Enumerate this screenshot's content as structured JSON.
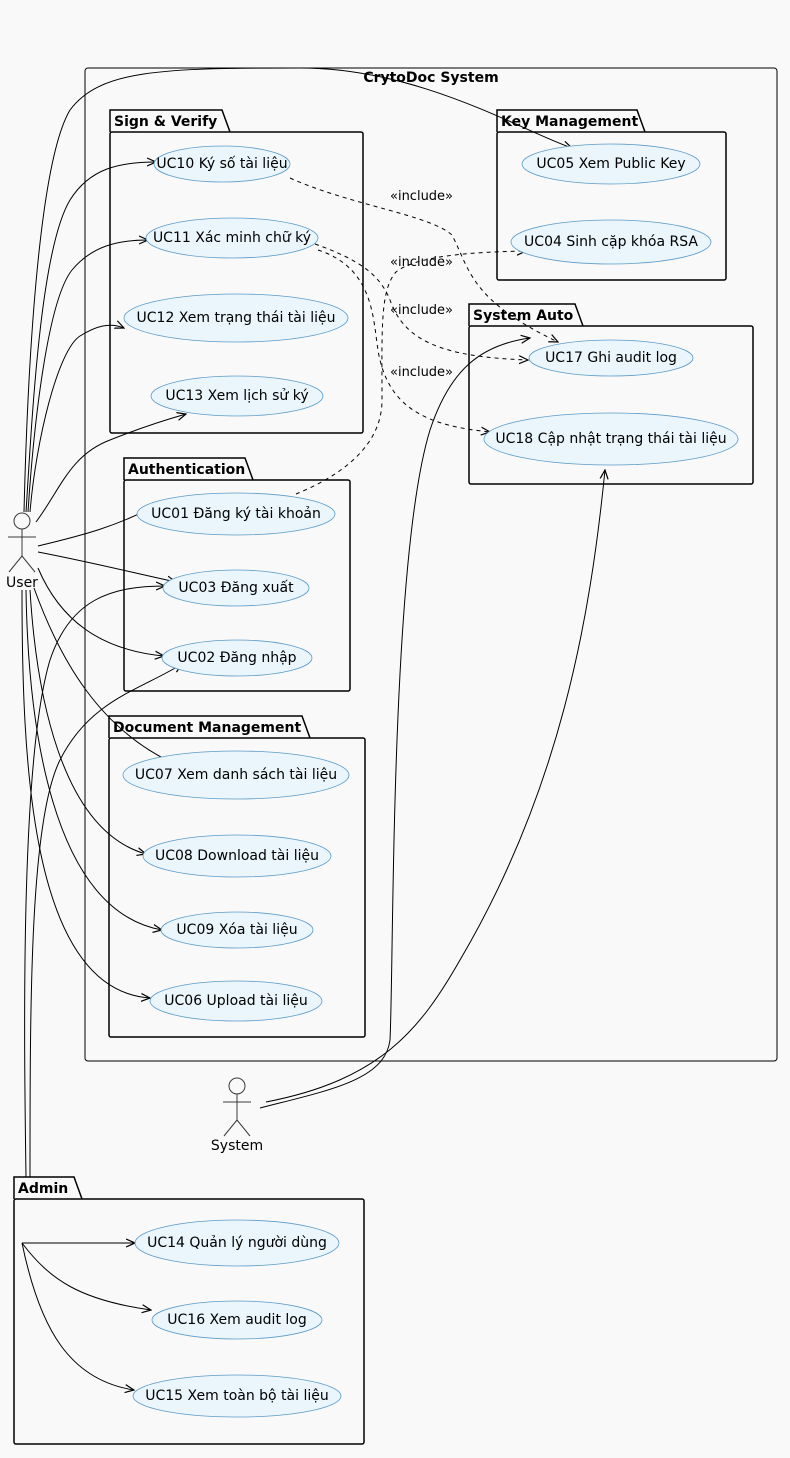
{
  "system": {
    "title": "CrytoDoc System"
  },
  "packages": {
    "sign_verify": "Sign & Verify",
    "key_management": "Key Management",
    "system_auto": "System Auto",
    "authentication": "Authentication",
    "document_management": "Document Management",
    "admin": "Admin"
  },
  "actors": {
    "user": "User",
    "system": "System"
  },
  "use_cases": {
    "uc10": "UC10 Ký số tài liệu",
    "uc11": "UC11 Xác minh chữ ký",
    "uc12": "UC12 Xem trạng thái tài liệu",
    "uc13": "UC13 Xem lịch sử ký",
    "uc05": "UC05 Xem Public Key",
    "uc04": "UC04 Sinh cặp khóa RSA",
    "uc17": "UC17 Ghi audit log",
    "uc18": "UC18 Cập nhật trạng thái tài liệu",
    "uc01": "UC01 Đăng ký tài khoản",
    "uc03": "UC03 Đăng xuất",
    "uc02": "UC02 Đăng nhập",
    "uc07": "UC07 Xem danh sách tài liệu",
    "uc08": "UC08 Download tài liệu",
    "uc09": "UC09 Xóa tài liệu",
    "uc06": "UC06 Upload tài liệu",
    "uc14": "UC14 Quản lý người dùng",
    "uc16": "UC16 Xem audit log",
    "uc15": "UC15 Xem toàn bộ tài liệu"
  },
  "relations": {
    "include_1": "«include»",
    "include_2": "«include»",
    "include_3": "«include»",
    "include_4": "«include»"
  }
}
